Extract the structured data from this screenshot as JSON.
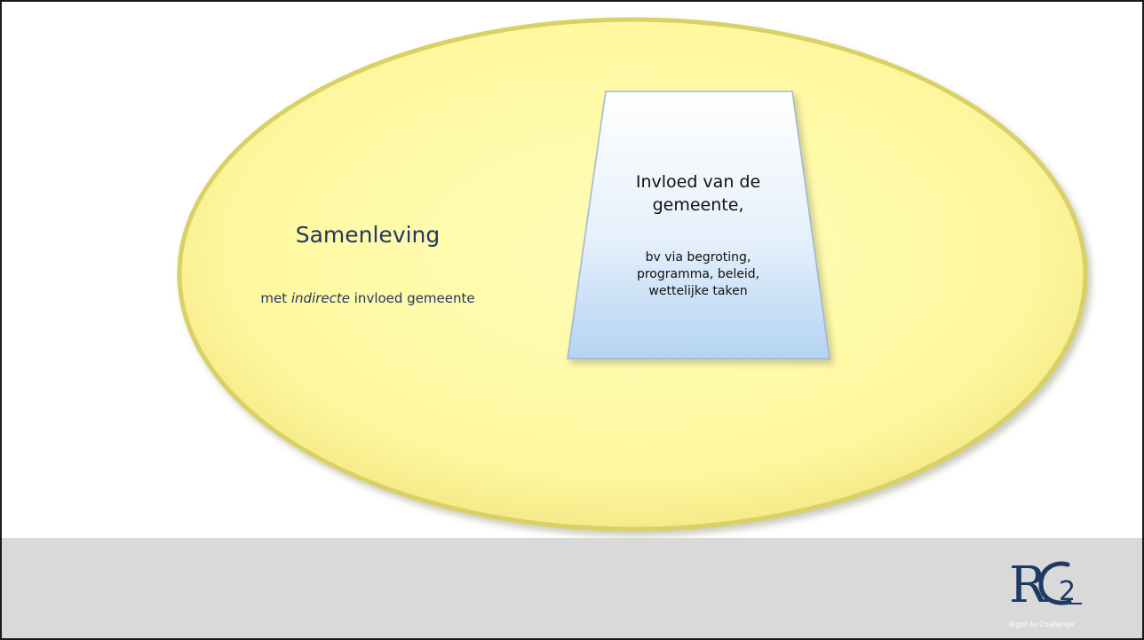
{
  "society": {
    "title": "Samenleving",
    "subtitle_prefix": "met ",
    "subtitle_emphasis": "indirecte",
    "subtitle_suffix": " invloed gemeente"
  },
  "municipality": {
    "title_lines": [
      "Invloed van de",
      "gemeente,"
    ],
    "detail_lines": [
      "bv via begroting,",
      "programma, beleid,",
      "wettelijke taken"
    ]
  },
  "logo": {
    "mark": "RC2",
    "caption": "Right to Challenge"
  },
  "colors": {
    "ellipse_fill": "#fffaa5",
    "ellipse_edge": "#d7cf63",
    "trapezoid_top": "#ffffff",
    "trapezoid_bottom": "#b5d5f4",
    "text_navy": "#1f3864",
    "footer": "#d9d9d9",
    "logo": "#1f3864"
  }
}
